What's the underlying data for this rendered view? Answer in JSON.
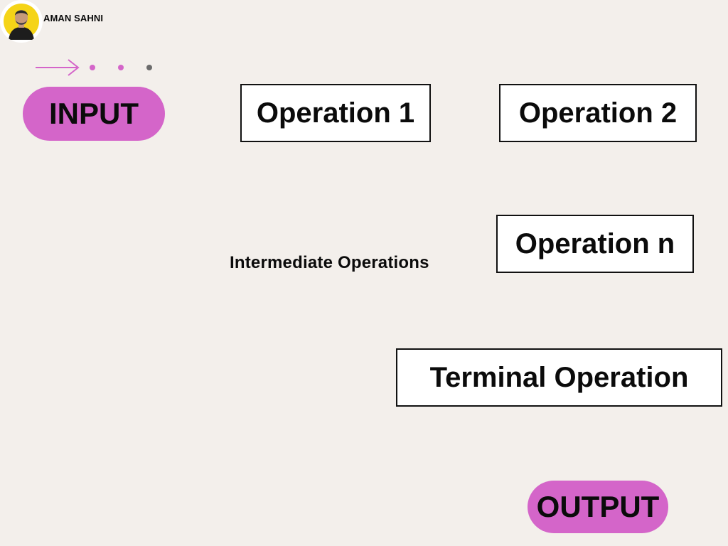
{
  "author": {
    "name": "AMAN SAHNI"
  },
  "diagram": {
    "input_label": "INPUT",
    "operations": [
      "Operation 1",
      "Operation 2",
      "Operation n"
    ],
    "intermediate_caption": "Intermediate Operations",
    "terminal_label": "Terminal Operation",
    "output_label": "OUTPUT"
  },
  "colors": {
    "background": "#f3efeb",
    "accent": "#d465c9",
    "box_fill": "#ffffff",
    "box_border": "#111111",
    "avatar_ring": "#f5d417",
    "dot_inactive": "#6b6b6b"
  },
  "icons": {
    "progress": "arrow-right-icon"
  }
}
